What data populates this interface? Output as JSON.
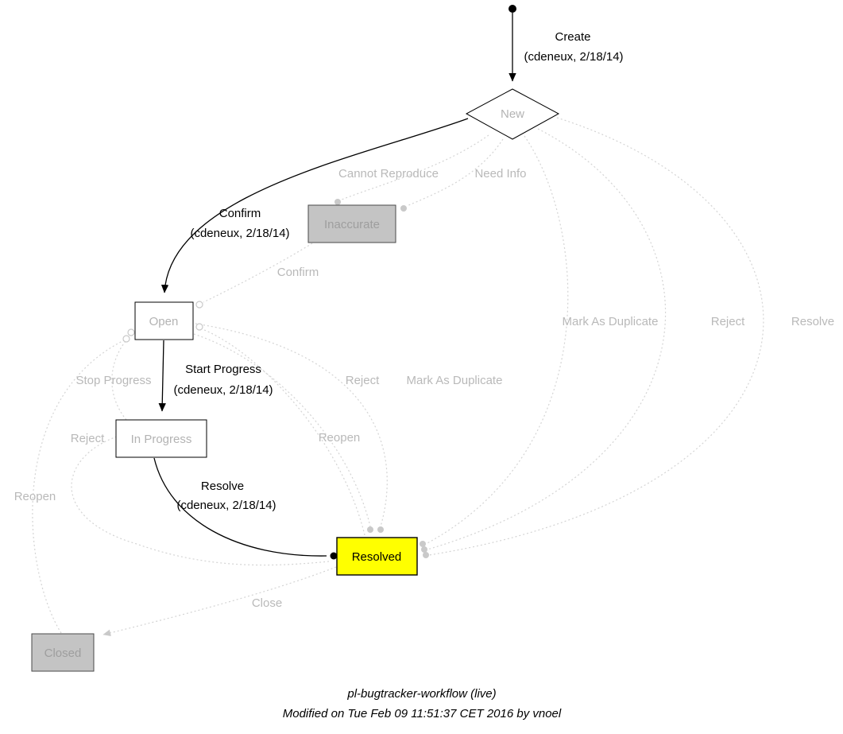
{
  "diagram": {
    "nodes": {
      "new": {
        "label": "New"
      },
      "inaccurate": {
        "label": "Inaccurate"
      },
      "open": {
        "label": "Open"
      },
      "in_progress": {
        "label": "In Progress"
      },
      "resolved": {
        "label": "Resolved"
      },
      "closed": {
        "label": "Closed"
      }
    },
    "edges": {
      "create": {
        "label": "Create",
        "meta": "(cdeneux, 2/18/14)"
      },
      "confirm_new": {
        "label": "Confirm",
        "meta": "(cdeneux, 2/18/14)"
      },
      "start_progress": {
        "label": "Start Progress",
        "meta": "(cdeneux, 2/18/14)"
      },
      "resolve_taken": {
        "label": "Resolve",
        "meta": "(cdeneux, 2/18/14)"
      },
      "cannot_reproduce": {
        "label": "Cannot Reproduce"
      },
      "need_info": {
        "label": "Need Info"
      },
      "confirm_inaccurate": {
        "label": "Confirm"
      },
      "mark_as_duplicate_new": {
        "label": "Mark As Duplicate"
      },
      "reject_new": {
        "label": "Reject"
      },
      "resolve_new": {
        "label": "Resolve"
      },
      "stop_progress": {
        "label": "Stop Progress"
      },
      "reject_open": {
        "label": "Reject"
      },
      "mark_as_duplicate_open": {
        "label": "Mark As Duplicate"
      },
      "reopen_resolved": {
        "label": "Reopen"
      },
      "reject_in_progress": {
        "label": "Reject"
      },
      "reopen_closed": {
        "label": "Reopen"
      },
      "close": {
        "label": "Close"
      }
    },
    "colors": {
      "current_fill": "#ffff00",
      "visited_fill": "#c4c4c4",
      "pending_fill": "#ffffff",
      "inactive_edge": "#d4d4d4",
      "inactive_text": "#b9b9b9",
      "active": "#000000"
    },
    "footer": {
      "title": "pl-bugtracker-workflow (live)",
      "modified": "Modified on Tue Feb 09 11:51:37 CET 2016 by vnoel"
    }
  }
}
